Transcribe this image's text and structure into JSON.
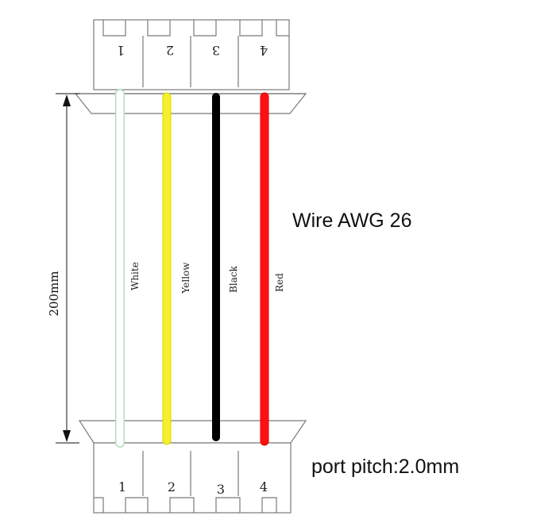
{
  "wire_spec": "Wire AWG 26",
  "pitch_note": "port pitch:2.0mm",
  "length_label": "200mm",
  "wires": [
    {
      "pin": "1",
      "label": "White",
      "color": "#ffffff",
      "edge": "#b9dcb9"
    },
    {
      "pin": "2",
      "label": "Yellow",
      "color": "#f5f02a",
      "edge": "#d9d400"
    },
    {
      "pin": "3",
      "label": "Black",
      "color": "#000000",
      "edge": "#000000"
    },
    {
      "pin": "4",
      "label": "Red",
      "color": "#ff1010",
      "edge": "#e00000"
    }
  ]
}
